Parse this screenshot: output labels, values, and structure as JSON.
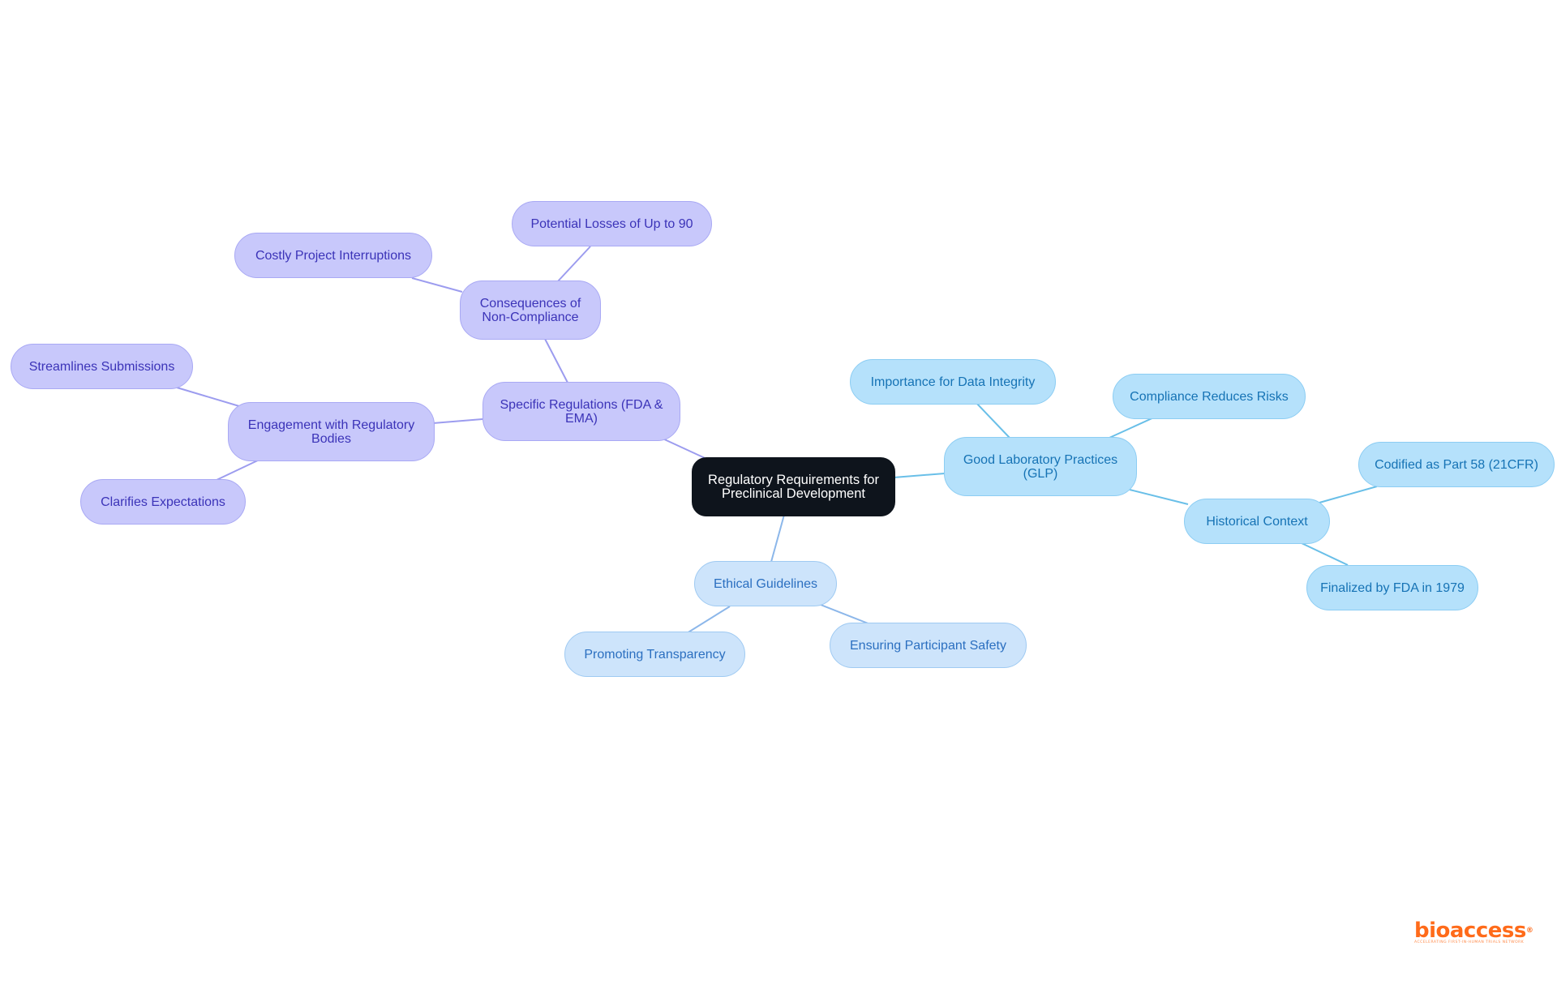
{
  "colors": {
    "root": "#0e141c",
    "purple_branch": "#c8c8fb",
    "purple_line": "#9c9cef",
    "blue_branch": "#b5e1fb",
    "blue_line": "#69bfe8",
    "light_blue_branch": "#cde4fb",
    "light_blue_line": "#8cb7ea",
    "brand": "#ff6b1a"
  },
  "mindmap": {
    "root": "Regulatory Requirements for Preclinical Development",
    "branches": {
      "specific_regulations": {
        "label": "Specific Regulations (FDA & EMA)",
        "consequences": {
          "label": "Consequences of Non-Compliance",
          "children": [
            "Potential Losses of Up to 90",
            "Costly Project Interruptions"
          ]
        },
        "engagement": {
          "label": "Engagement with Regulatory Bodies",
          "children": [
            "Streamlines Submissions",
            "Clarifies Expectations"
          ]
        }
      },
      "glp": {
        "label": "Good Laboratory Practices (GLP)",
        "children": [
          "Importance for Data Integrity",
          "Compliance Reduces Risks"
        ],
        "historical": {
          "label": "Historical Context",
          "children": [
            "Codified as Part 58 (21CFR)",
            "Finalized by FDA in 1979"
          ]
        }
      },
      "ethical": {
        "label": "Ethical Guidelines",
        "children": [
          "Promoting Transparency",
          "Ensuring Participant Safety"
        ]
      }
    }
  },
  "logo": {
    "name": "bioaccess",
    "mark": "®",
    "tagline": "ACCELERATING FIRST-IN-HUMAN TRIALS NETWORK"
  }
}
